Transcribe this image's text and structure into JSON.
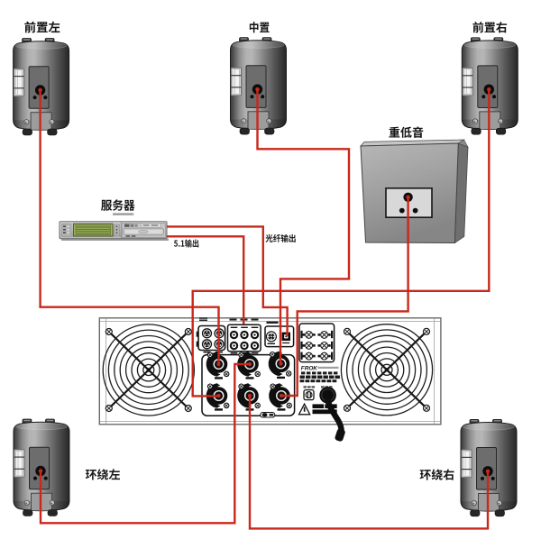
{
  "labels": {
    "front_left": "前置左",
    "center": "中置",
    "front_right": "前置右",
    "subwoofer": "重低音",
    "server": "服务器",
    "output_51": "5.1输出",
    "optical_out": "光纤输出",
    "surround_left": "环绕左",
    "surround_right": "环绕右"
  },
  "amplifier": {
    "brand": "FROK"
  },
  "colors": {
    "wire": "#cd2418",
    "label_text": "#161616",
    "background": "#ffffff",
    "speaker_body_light": "#bcbcbc",
    "speaker_body_dark": "#2e2e2e",
    "lcd_green": "#9db45e"
  },
  "connections": [
    {
      "from": "server",
      "via": "光纤输出",
      "to": "amplifier optical input"
    },
    {
      "from": "server",
      "via": "5.1输出",
      "to": "amplifier RCA inputs"
    },
    {
      "from": "amplifier output top-left",
      "to": "前置左"
    },
    {
      "from": "amplifier output top-middle",
      "to": "环绕左"
    },
    {
      "from": "amplifier output top-right",
      "to": "中置"
    },
    {
      "from": "amplifier output bottom-left",
      "to": "前置右"
    },
    {
      "from": "amplifier output bottom-middle",
      "to": "环绕右"
    },
    {
      "from": "amplifier output bottom-right",
      "to": "重低音"
    }
  ]
}
